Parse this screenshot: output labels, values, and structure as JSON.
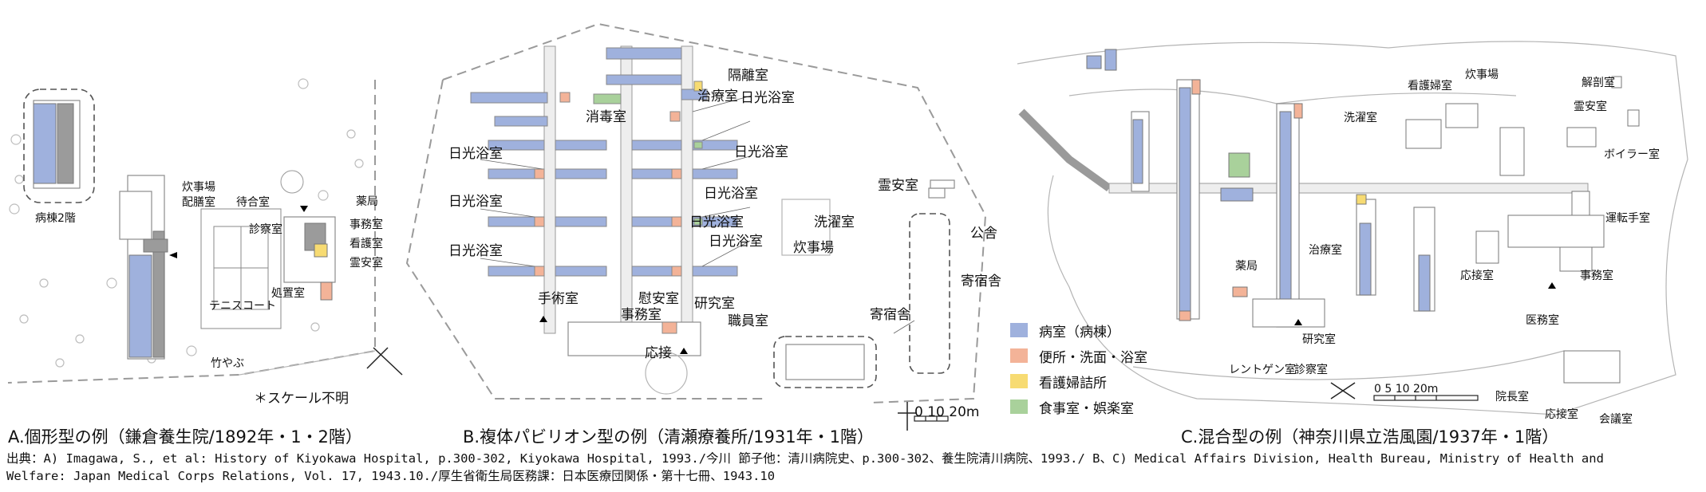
{
  "colors": {
    "ward": "#9fb1dd",
    "toilet": "#f3b398",
    "nurse": "#f7db72",
    "dining": "#a9d19b",
    "service": "#9b9b9b"
  },
  "legend": [
    {
      "label": "病室（病棟）",
      "color": "#9fb1dd"
    },
    {
      "label": "便所・洗面・浴室",
      "color": "#f3b398"
    },
    {
      "label": "看護婦詰所",
      "color": "#f7db72"
    },
    {
      "label": "食事室・娯楽室",
      "color": "#a9d19b"
    }
  ],
  "plan_a": {
    "caption": "A.個形型の例（鎌倉養生院/1892年・1・2階）",
    "labels": {
      "ward_2f": "病棟2階",
      "kitchen": "炊事場",
      "dispensary": "配膳室",
      "waiting": "待合室",
      "exam": "診察室",
      "treatment": "処置室",
      "tennis": "テニスコート",
      "pharmacy": "薬局",
      "office": "事務室",
      "nurse_room": "看護室",
      "mortuary": "霊安室",
      "scale_note": "＊スケール不明",
      "road": "竹やぶ"
    }
  },
  "plan_b": {
    "caption": "B.複体パビリオン型の例（清瀬療養所/1931年・1階）",
    "labels": {
      "isolation": "隔離室",
      "therapy": "治療室",
      "disinfection": "消毒室",
      "sun1": "日光浴室",
      "sun2": "日光浴室",
      "sun3": "日光浴室",
      "sun4": "日光浴室",
      "sun5": "日光浴室",
      "sun6": "日光浴室",
      "sun7": "日光浴室",
      "sun8": "日光浴室",
      "mortuary": "霊安室",
      "laundry": "洗濯室",
      "kitchen": "炊事場",
      "official": "公舎",
      "dorm1": "寄宿舎",
      "dorm2": "寄宿舎",
      "surgery": "手術室",
      "recreation": "慰安室",
      "office": "事務室",
      "research": "研究室",
      "staff": "職員室",
      "reception": "応接",
      "scale": "0 10 20m"
    }
  },
  "plan_c": {
    "caption": "C.混合型の例（神奈川県立浩風園/1937年・1階）",
    "labels": {
      "nurse_room": "看護婦室",
      "kitchen": "炊事場",
      "autopsy": "解剖室",
      "mortuary": "霊安室",
      "laundry": "洗濯室",
      "boiler": "ボイラー室",
      "driver": "運転手室",
      "therapy": "治療室",
      "pharmacy": "薬局",
      "reception": "応接室",
      "office": "事務室",
      "doctor": "医務室",
      "research": "研究室",
      "xray": "レントゲン室",
      "exam": "診察室",
      "director": "院長室",
      "reception2": "応接室",
      "meeting": "会議室",
      "scale": "0 5 10 20m"
    }
  },
  "source": [
    "出典：A) Imagawa, S., et al: History of Kiyokawa Hospital, p.300-302, Kiyokawa Hospital, 1993./今川 節子他：清川病院史、p.300-302、養生院清川病院、1993./  B、C) Medical Affairs Division, Health Bureau, Ministry of Health and",
    "Welfare: Japan Medical Corps Relations, Vol. 17, 1943.10./厚生省衛生局医務課：日本医療団関係・第十七冊、1943.10"
  ]
}
